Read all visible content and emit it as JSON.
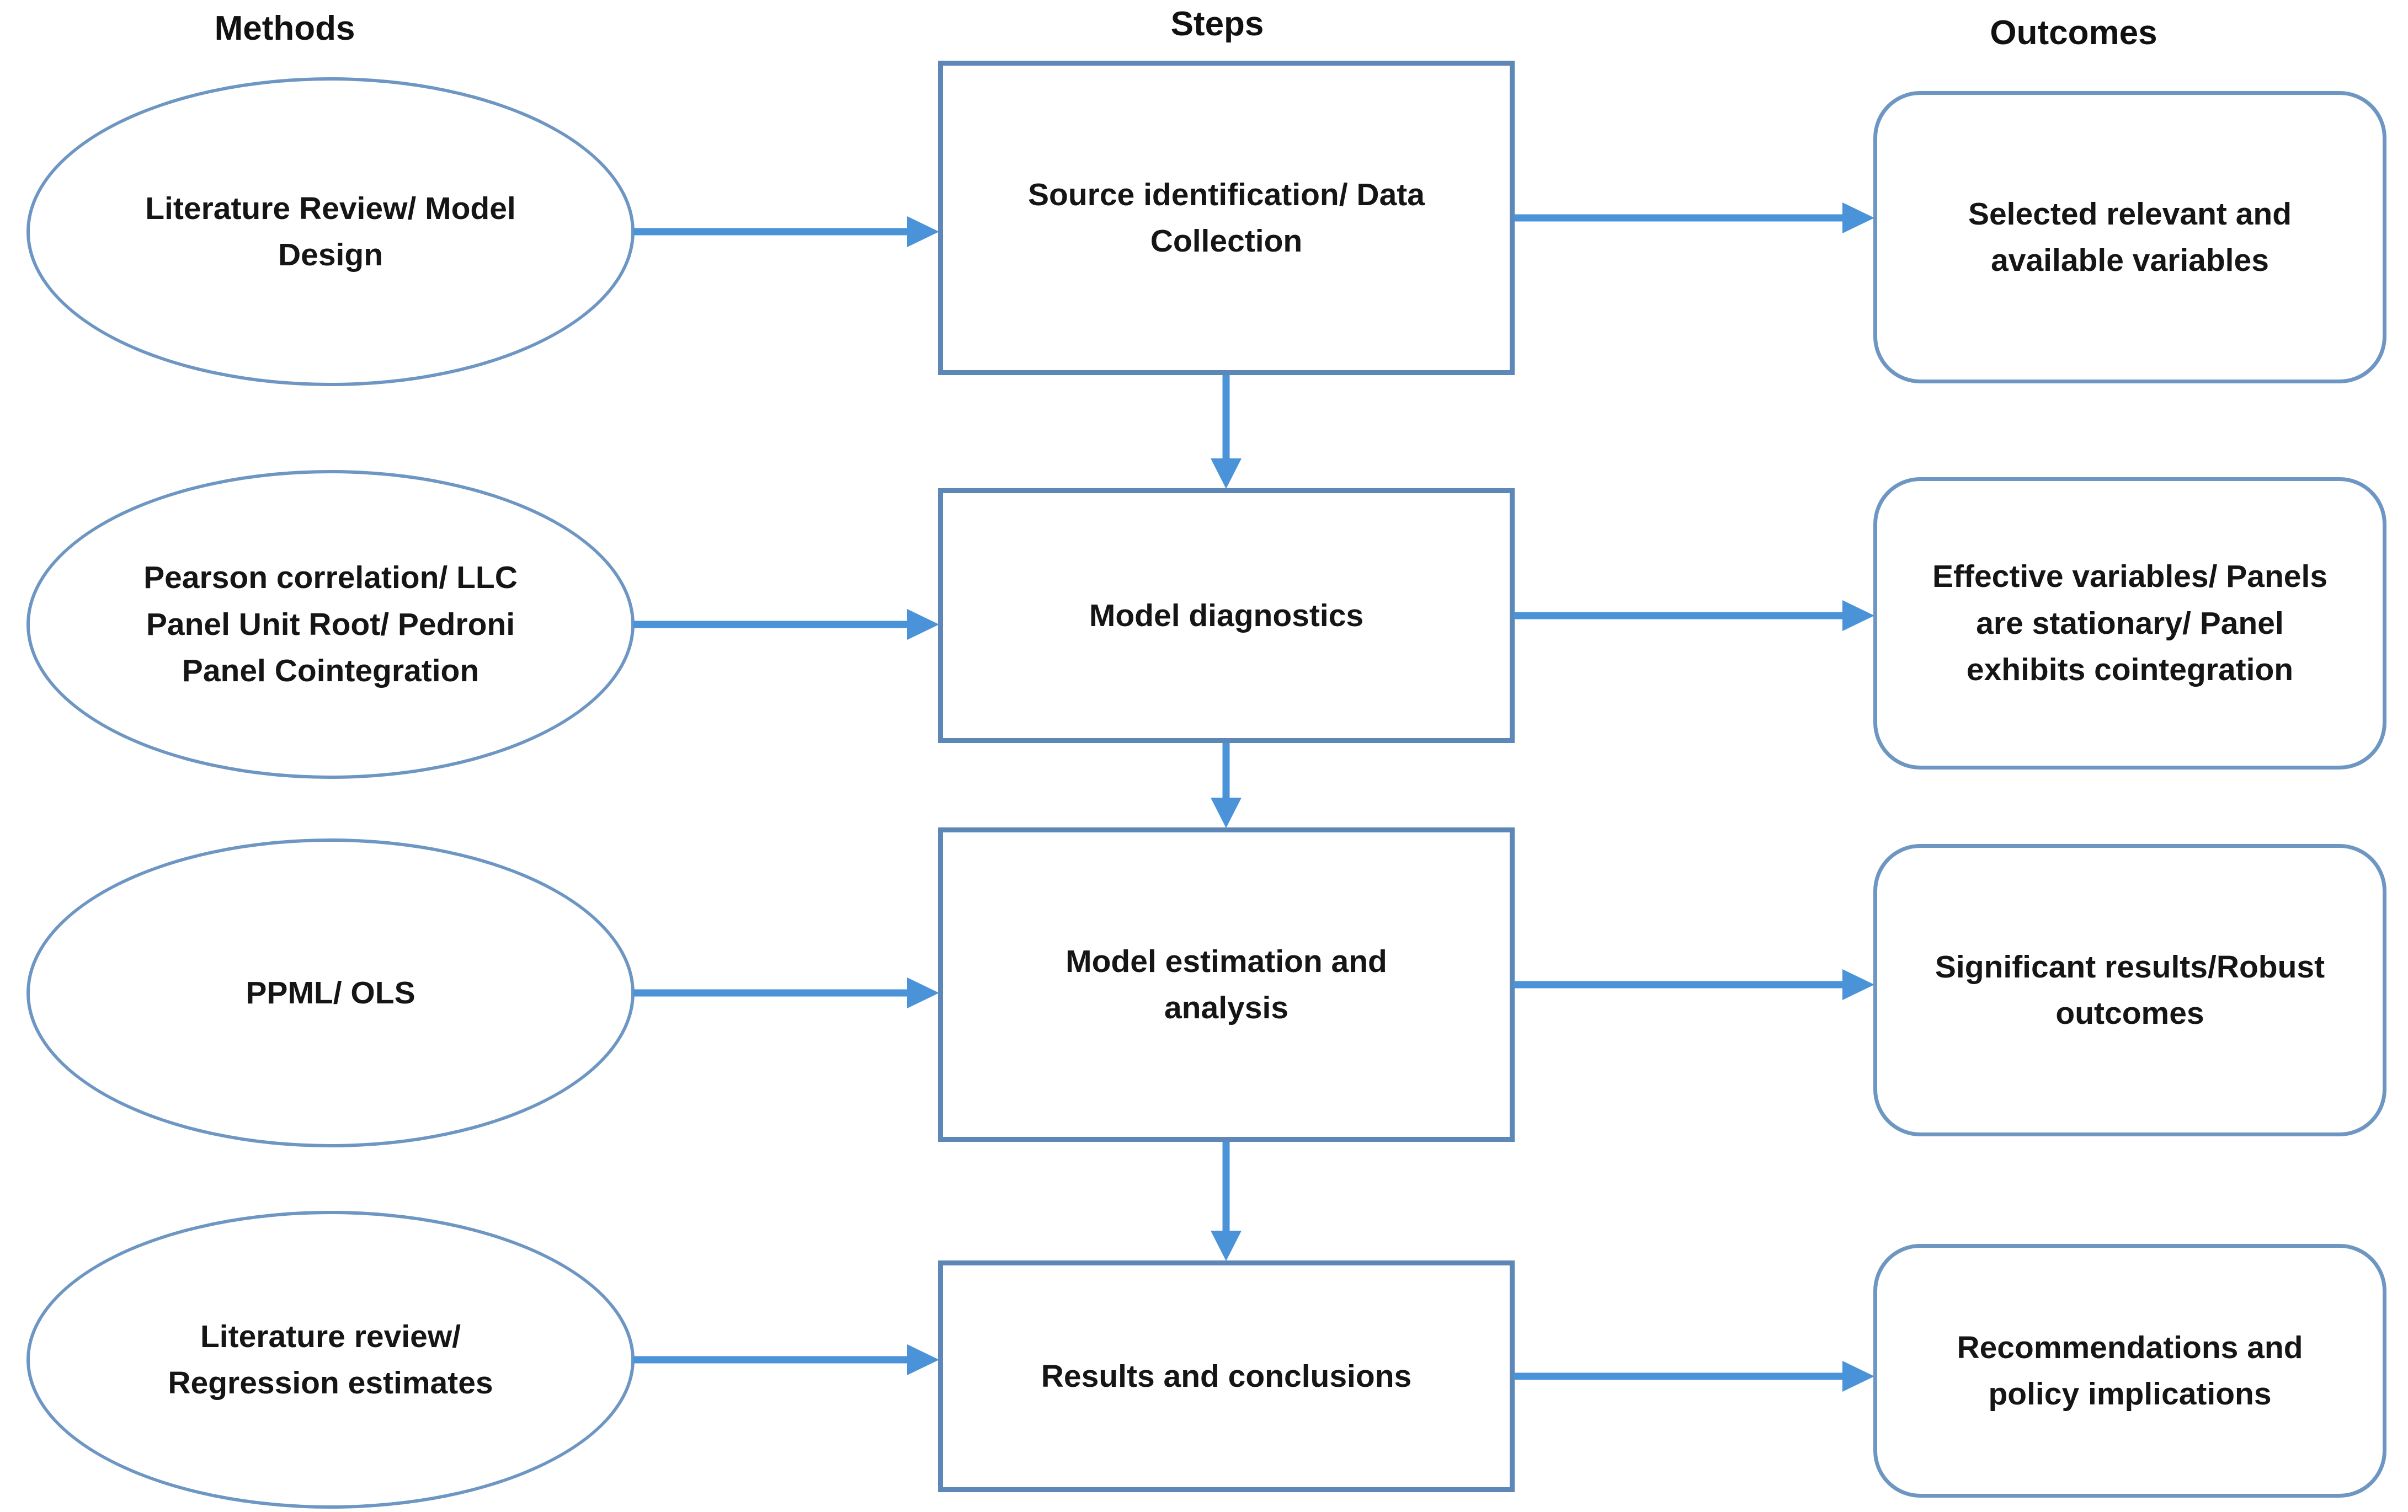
{
  "diagram": {
    "headers": {
      "methods": "Methods",
      "steps": "Steps",
      "outcomes": "Outcomes"
    },
    "rows": [
      {
        "method": "Literature Review/ Model\nDesign",
        "step": "Source identification/ Data\nCollection",
        "outcome": "Selected relevant and\navailable variables"
      },
      {
        "method": "Pearson correlation/ LLC\nPanel Unit Root/ Pedroni\nPanel Cointegration",
        "step": "Model diagnostics",
        "outcome": "Effective variables/ Panels\nare stationary/ Panel\nexhibits cointegration"
      },
      {
        "method": "PPML/ OLS",
        "step": "Model estimation and\nanalysis",
        "outcome": "Significant results/Robust\noutcomes"
      },
      {
        "method": "Literature review/\nRegression estimates",
        "step": "Results and conclusions",
        "outcome": "Recommendations and\npolicy implications"
      }
    ],
    "colors": {
      "shape_border": "#6e96c3",
      "rect_border": "#5c87b6",
      "arrow": "#4b93d9",
      "text": "#151515"
    }
  }
}
